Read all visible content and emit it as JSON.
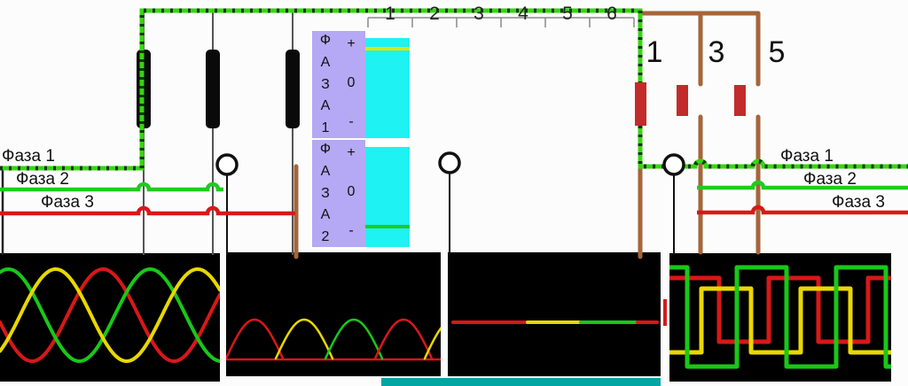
{
  "colors": {
    "highlight_green": "#35d60f",
    "highlight_dot": "#0a3a0a",
    "phase_green": "#1ecc1e",
    "phase_red": "#d81818",
    "wave_yellow": "#e8d800",
    "wire_brown": "#a5653a",
    "switch_red": "#c32b2b",
    "panel_purple": "#b5a8f4",
    "panel_cyan": "#1ef2f2",
    "scope_background": "#000000",
    "teal_bar": "#00a5a5"
  },
  "phase_labels": {
    "left": [
      "Фаза 1",
      "Фаза 2",
      "Фаза 3"
    ],
    "right": [
      "Фаза 1",
      "Фаза 2",
      "Фаза 3"
    ]
  },
  "ruler": {
    "marks": [
      "1",
      "2",
      "3",
      "4",
      "5",
      "6"
    ]
  },
  "switch_labels": [
    "1",
    "3",
    "5"
  ],
  "panels": [
    {
      "letters": [
        "Ф",
        "А",
        "З",
        "А",
        "1"
      ],
      "signs": [
        "+",
        "0",
        "-"
      ],
      "marker_color": "#e3e300",
      "marker_position": "top"
    },
    {
      "letters": [
        "Ф",
        "А",
        "З",
        "А",
        "2"
      ],
      "signs": [
        "+",
        "0",
        "-"
      ],
      "marker_color": "#22c822",
      "marker_position": "bottom"
    }
  ],
  "chart_data": [
    {
      "type": "line",
      "name": "three-phase-sine-input",
      "center": 70,
      "amplitude": 52,
      "period": 160,
      "series": [
        {
          "color": "#d81818",
          "phase": 3.294
        },
        {
          "color": "#18c818",
          "phase": 1.2
        },
        {
          "color": "#e8d800",
          "phase": -0.894
        }
      ]
    },
    {
      "type": "rectified",
      "name": "half-wave-rectified",
      "baseline": 120,
      "amplitude": 44,
      "hump_width": 64,
      "baseline_color": "#d81818",
      "humps": [
        {
          "x": 0,
          "color": "#d81818"
        },
        {
          "x": 56,
          "color": "#e8d800"
        },
        {
          "x": 112,
          "color": "#18c818"
        },
        {
          "x": 168,
          "color": "#d81818"
        },
        {
          "x": 224,
          "color": "#e8d800"
        }
      ]
    },
    {
      "type": "segments",
      "name": "smoothed-dc-line",
      "y": 79,
      "width": 4,
      "segments": [
        {
          "x1": 6,
          "x2": 90,
          "color": "#d81818"
        },
        {
          "x1": 90,
          "x2": 150,
          "color": "#e8d800"
        },
        {
          "x1": 150,
          "x2": 214,
          "color": "#18c818"
        },
        {
          "x1": 214,
          "x2": 236,
          "color": "#d81818"
        }
      ]
    },
    {
      "type": "square",
      "name": "phase-square-waves",
      "half_period": 56,
      "series": [
        {
          "color": "#d81818",
          "phase": 0,
          "high": 28,
          "low": 100
        },
        {
          "color": "#e8d800",
          "phase": 76,
          "high": 40,
          "low": 112
        },
        {
          "color": "#18c818",
          "phase": 36,
          "high": 16,
          "low": 128
        }
      ]
    }
  ]
}
